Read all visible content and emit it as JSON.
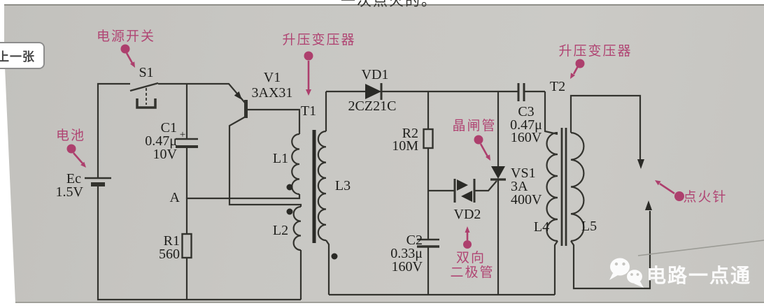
{
  "viewer": {
    "prev_button": "上一张",
    "cropped_top_text": "一次点火的。"
  },
  "annotations": {
    "power_switch": "电源开关",
    "battery": "电池",
    "boost_transformer_1": "升压变压器",
    "thyristor": "晶闸管",
    "diac_line1": "双向",
    "diac_line2": "二极管",
    "boost_transformer_2": "升压变压器",
    "ignition_needle": "点火针"
  },
  "components": {
    "s1": "S1",
    "v1": "V1",
    "v1_part": "3AX31",
    "t1": "T1",
    "l1": "L1",
    "l2": "L2",
    "l3": "L3",
    "vd1": "VD1",
    "vd1_part": "2CZ21C",
    "c1": "C1",
    "c1_value": "0.47μ",
    "c1_polarity": "+",
    "c1_voltage": "10V",
    "node_a": "A",
    "battery_name": "Ec",
    "battery_voltage": "1.5V",
    "r1": "R1",
    "r1_value": "560",
    "r2": "R2",
    "r2_value": "10M",
    "vs1": "VS1",
    "vs1_current": "3A",
    "vs1_voltage": "400V",
    "vd2": "VD2",
    "c2": "C2",
    "c2_value": "0.33μ",
    "c2_voltage": "160V",
    "c3": "C3",
    "c3_value": "0.47μ",
    "c3_voltage": "160V",
    "t2": "T2",
    "l4": "L4",
    "l5": "L5"
  },
  "watermark": {
    "text": "电路一点通",
    "icon": "wechat-icon"
  },
  "colors": {
    "annotation_pink": "#b04573",
    "line": "#33332e",
    "paper": "#c7c6c2"
  }
}
